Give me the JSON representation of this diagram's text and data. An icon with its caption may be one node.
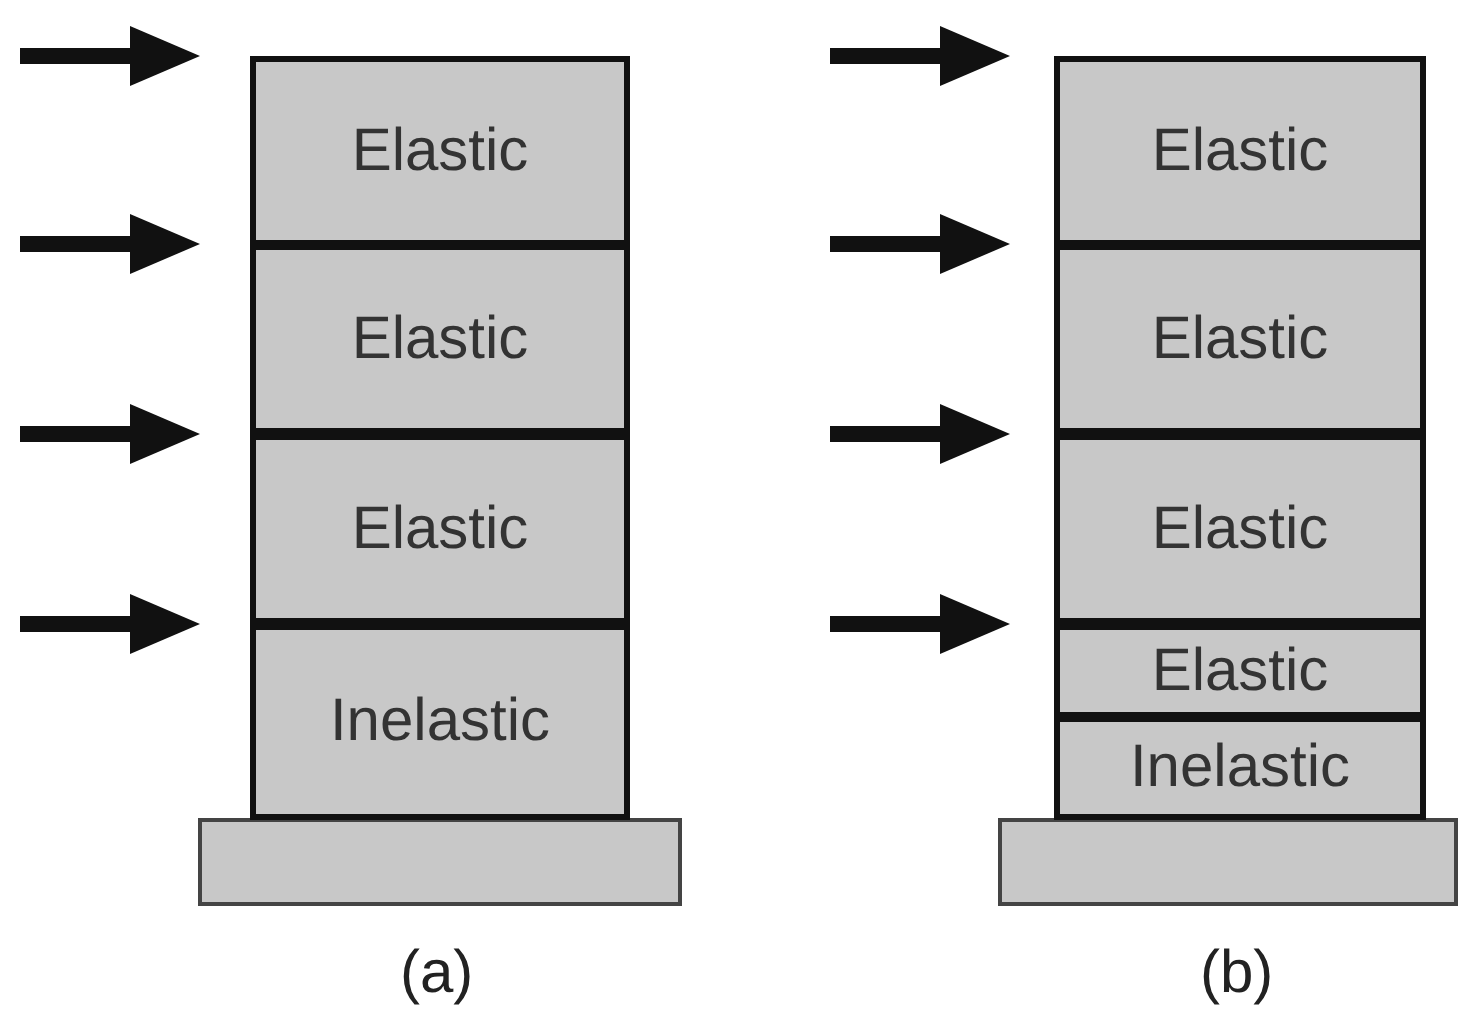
{
  "diagram": {
    "nodes": [
      {
        "text": [
          "Elastic"
        ]
      },
      {
        "text": [
          "Elastic"
        ]
      },
      {
        "text": [
          "Elastic"
        ]
      },
      {
        "text": [
          "Inelastic"
        ]
      },
      {
        "text": [
          "Elastic"
        ]
      },
      {
        "text": [
          "Elastic"
        ]
      },
      {
        "text": [
          "Elastic"
        ]
      },
      {
        "text": [
          "Elastic"
        ]
      },
      {
        "text": [
          "Inelastic"
        ]
      }
    ],
    "labels": [
      "(a)",
      "(b)"
    ]
  }
}
